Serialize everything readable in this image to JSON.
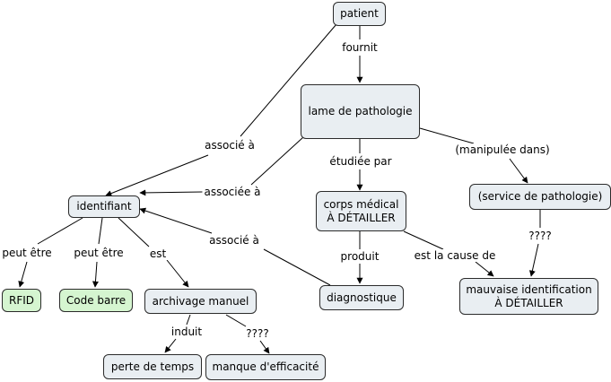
{
  "nodes": {
    "patient": "patient",
    "lame": "lame de pathologie",
    "identifiant": "identifiant",
    "corps": "corps médical\nÀ DÉTAILLER",
    "service": "(service de pathologie)",
    "rfid": "RFID",
    "code_barre": "Code barre",
    "archivage": "archivage manuel",
    "diagnostique": "diagnostique",
    "mauvaise": "mauvaise identification\nÀ DÉTAILLER",
    "perte": "perte de temps",
    "manque": "manque d'efficacité"
  },
  "links": {
    "fournit": "fournit",
    "associe_patient": "associé à",
    "associee_lame": "associée à",
    "etudiee_par": "étudiée par",
    "manipulee_dans": "(manipulée dans)",
    "associe_diag": "associé à",
    "produit": "produit",
    "est_la_cause_de": "est la cause de",
    "q_service": "????",
    "peut_etre_1": "peut être",
    "peut_etre_2": "peut être",
    "est": "est",
    "induit": "induit",
    "q_archivage": "????"
  },
  "colors": {
    "node_fill": "#e9eef2",
    "node_fill_green": "#d5f5d0",
    "line": "#000000"
  }
}
